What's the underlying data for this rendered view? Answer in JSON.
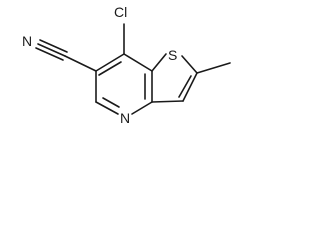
{
  "molecule": {
    "atoms": {
      "cl": "Cl",
      "s": "S",
      "n_pyridine": "N",
      "n_nitrile": "N"
    },
    "colors": {
      "ink": "#1a1a1a",
      "background": "#ffffff"
    }
  }
}
